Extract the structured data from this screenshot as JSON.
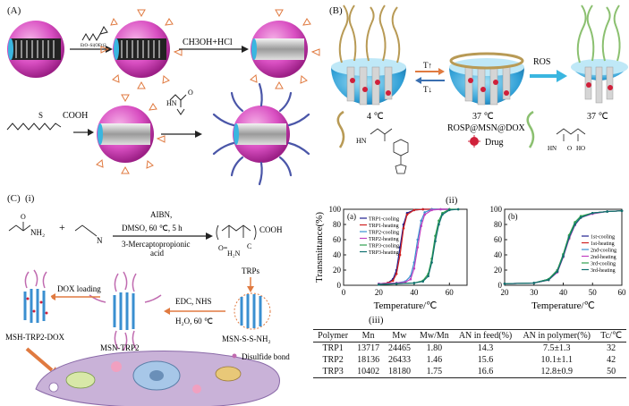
{
  "panels": {
    "A": "(A)",
    "B": "(B)",
    "C": "(C)",
    "C_i": "(i)",
    "C_ii": "(ii)",
    "C_iii": "(iii)"
  },
  "panelA": {
    "reagent1": "CH3OH+HCl",
    "acid_label": "COOH",
    "epoxy_label": "EtO–Si(OEt)2"
  },
  "panelB": {
    "temp_up": "T↑",
    "temp_down": "T↓",
    "ros": "ROS",
    "t1": "4 ℃",
    "t2": "37 ℃",
    "t3": "37 ℃",
    "name": "ROSP@MSN@DOX",
    "legend_drug": "Drug"
  },
  "panelC": {
    "reagent_top1": "AIBN,",
    "reagent_top2": "DMSO, 60 ℃, 5 h",
    "reagent_bottom1": "3-Mercaptopropionic",
    "reagent_bottom2": "acid",
    "acrylamide": "NH₂",
    "acrylonitrile": "N",
    "product": "COOH",
    "trps": "TRPs",
    "dox_loading": "DOX loading",
    "edc1": "EDC, NHS",
    "edc2": "H₂O, 60 ℃",
    "msh": "MSH-TRP2-DOX",
    "msn_trp2": "MSN-TRP2",
    "msn_ssnh2": "MSN-S-S-NH₂",
    "disulfide": "Disulfide bond"
  },
  "chart_data": [
    {
      "type": "line",
      "panel_label": "(a)",
      "xlabel": "Temperature/℃",
      "ylabel": "Transmittance(%)",
      "xlim": [
        0,
        70
      ],
      "ylim": [
        0,
        100
      ],
      "xticks": [
        0,
        20,
        40,
        60
      ],
      "yticks": [
        0,
        20,
        40,
        60,
        80,
        100
      ],
      "series": [
        {
          "name": "TRP1-cooling",
          "color": "#1f1f8f",
          "x": [
            20,
            25,
            28,
            30,
            32,
            34,
            36,
            40,
            45,
            50,
            60
          ],
          "values": [
            2,
            3,
            8,
            20,
            50,
            80,
            95,
            99,
            100,
            100,
            100
          ]
        },
        {
          "name": "TRP1-heating",
          "color": "#d02020",
          "x": [
            20,
            25,
            28,
            30,
            32,
            34,
            36,
            40,
            45,
            50,
            60
          ],
          "values": [
            2,
            3,
            6,
            15,
            40,
            75,
            93,
            99,
            100,
            100,
            100
          ]
        },
        {
          "name": "TRP2-cooling",
          "color": "#3a8fd0",
          "x": [
            20,
            30,
            35,
            38,
            40,
            42,
            44,
            46,
            50,
            55,
            60
          ],
          "values": [
            2,
            3,
            5,
            12,
            30,
            60,
            85,
            96,
            100,
            100,
            100
          ]
        },
        {
          "name": "TRP2-heating",
          "color": "#c040c0",
          "x": [
            20,
            30,
            35,
            38,
            40,
            42,
            44,
            46,
            50,
            55,
            60
          ],
          "values": [
            2,
            3,
            4,
            8,
            22,
            50,
            78,
            93,
            99,
            100,
            100
          ]
        },
        {
          "name": "TRP3-cooling",
          "color": "#30a050",
          "x": [
            20,
            30,
            40,
            45,
            48,
            50,
            52,
            54,
            56,
            60,
            65
          ],
          "values": [
            1,
            2,
            3,
            6,
            15,
            35,
            65,
            85,
            95,
            100,
            100
          ]
        },
        {
          "name": "TRP3-heating",
          "color": "#107070",
          "x": [
            20,
            30,
            40,
            45,
            48,
            50,
            52,
            54,
            56,
            60,
            65
          ],
          "values": [
            1,
            2,
            3,
            5,
            12,
            30,
            58,
            80,
            93,
            99,
            100
          ]
        }
      ]
    },
    {
      "type": "line",
      "panel_label": "(b)",
      "xlabel": "Temperature/℃",
      "ylabel": "",
      "xlim": [
        20,
        60
      ],
      "ylim": [
        0,
        100
      ],
      "xticks": [
        20,
        30,
        40,
        50,
        60
      ],
      "yticks": [
        0,
        20,
        40,
        60,
        80,
        100
      ],
      "series": [
        {
          "name": "1st-cooling",
          "color": "#1f1f8f",
          "x": [
            20,
            30,
            35,
            38,
            40,
            42,
            44,
            46,
            50,
            55,
            60
          ],
          "values": [
            2,
            3,
            8,
            20,
            40,
            65,
            82,
            90,
            95,
            97,
            98
          ]
        },
        {
          "name": "1st-heating",
          "color": "#d02020",
          "x": [
            20,
            30,
            35,
            38,
            40,
            42,
            44,
            46,
            50,
            55,
            60
          ],
          "values": [
            2,
            3,
            7,
            18,
            38,
            62,
            80,
            89,
            95,
            97,
            98
          ]
        },
        {
          "name": "2nd-cooling",
          "color": "#3a8fd0",
          "x": [
            20,
            30,
            35,
            38,
            40,
            42,
            44,
            46,
            50,
            55,
            60
          ],
          "values": [
            2,
            3,
            8,
            19,
            39,
            64,
            81,
            90,
            95,
            97,
            98
          ]
        },
        {
          "name": "2nd-heating",
          "color": "#c040c0",
          "x": [
            20,
            30,
            35,
            38,
            40,
            42,
            44,
            46,
            50,
            55,
            60
          ],
          "values": [
            2,
            3,
            7,
            17,
            37,
            61,
            79,
            89,
            94,
            97,
            98
          ]
        },
        {
          "name": "3rd-cooling",
          "color": "#30a050",
          "x": [
            20,
            30,
            35,
            38,
            40,
            42,
            44,
            46,
            50,
            55,
            60
          ],
          "values": [
            2,
            3,
            8,
            20,
            41,
            66,
            83,
            91,
            95,
            97,
            98
          ]
        },
        {
          "name": "3rd-heating",
          "color": "#107070",
          "x": [
            20,
            30,
            35,
            38,
            40,
            42,
            44,
            46,
            50,
            55,
            60
          ],
          "values": [
            2,
            3,
            7,
            18,
            38,
            63,
            80,
            89,
            95,
            97,
            98
          ]
        }
      ]
    },
    {
      "type": "table",
      "columns": [
        "Polymer",
        "Mn",
        "Mw",
        "Mw/Mn",
        "AN in feed(%)",
        "AN in polymer(%)",
        "Tc/℃"
      ],
      "rows": [
        [
          "TRP1",
          "13717",
          "24465",
          "1.80",
          "14.3",
          "7.5±1.3",
          "32"
        ],
        [
          "TRP2",
          "18136",
          "26433",
          "1.46",
          "15.6",
          "10.1±1.1",
          "42"
        ],
        [
          "TRP3",
          "10402",
          "18180",
          "1.75",
          "16.6",
          "12.8±0.9",
          "50"
        ]
      ]
    }
  ]
}
